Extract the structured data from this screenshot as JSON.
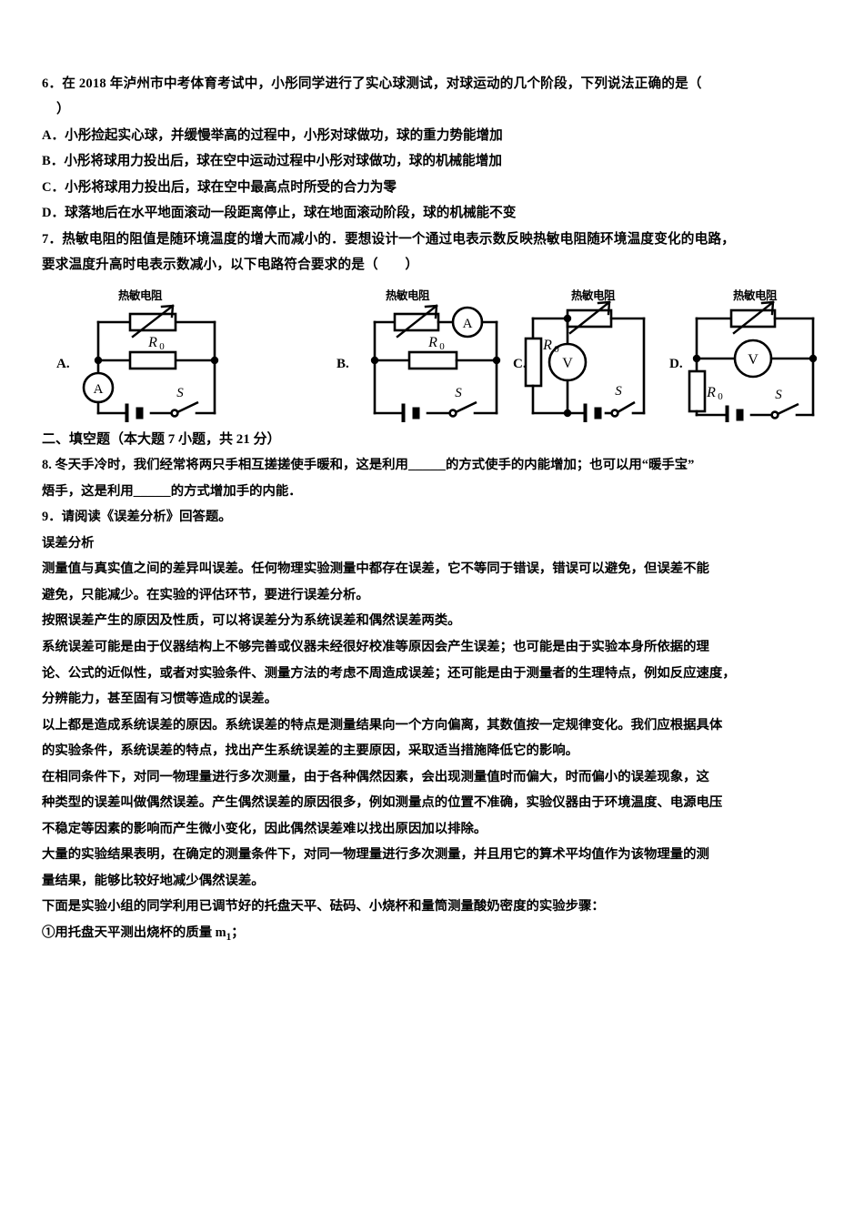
{
  "document": {
    "type": "physics-exam-paper",
    "language": "zh-CN"
  },
  "q6": {
    "stem": "6．在 2018 年泸州市中考体育考试中，小彤同学进行了实心球测试，对球运动的几个阶段，下列说法正确的是（",
    "stem_cont": "）",
    "options": [
      "A．小彤捡起实心球，并缓慢举高的过程中，小彤对球做功，球的重力势能增加",
      "B．小彤将球用力投出后，球在空中运动过程中小彤对球做功，球的机械能增加",
      "C．小彤将球用力投出后，球在空中最高点时所受的合力为零",
      "D．球落地后在水平地面滚动一段距离停止，球在地面滚动阶段，球的机械能不变"
    ]
  },
  "q7": {
    "stem_line1": "7．热敏电阻的阻值是随环境温度的增大而减小的．要想设计一个通过电表示数反映热敏电阻随环境温度变化的电路，",
    "stem_line2": "要求温度升高时电表示数减小，以下电路符合要求的是（　　）",
    "circuits": [
      {
        "label": "A.",
        "thermistor_caption": "热敏电阻",
        "components": [
          "thermistor",
          "R0",
          "ammeter",
          "battery",
          "switch"
        ],
        "r0_label": "R",
        "r0_sub": "0",
        "meter": "A",
        "switch_label": "S"
      },
      {
        "label": "B.",
        "thermistor_caption": "热敏电阻",
        "components": [
          "thermistor",
          "ammeter",
          "R0",
          "battery",
          "switch"
        ],
        "r0_label": "R",
        "r0_sub": "0",
        "meter": "A",
        "switch_label": "S"
      },
      {
        "label": "C.",
        "thermistor_caption": "热敏电阻",
        "components": [
          "R0",
          "voltmeter",
          "thermistor",
          "battery",
          "switch"
        ],
        "r0_label": "R",
        "r0_sub": "0",
        "meter": "V",
        "switch_label": "S"
      },
      {
        "label": "D.",
        "thermistor_caption": "热敏电阻",
        "components": [
          "thermistor",
          "voltmeter",
          "R0",
          "battery",
          "switch"
        ],
        "r0_label": "R",
        "r0_sub": "0",
        "meter": "V",
        "switch_label": "S"
      }
    ]
  },
  "section2": {
    "heading": "二、填空题（本大题 7 小题，共 21 分）"
  },
  "q8": {
    "line1_a": "8. 冬天手冷时，我们经常将两只手相互搓搓使手暖和，这是利用",
    "blank": "_____",
    "line1_b": "的方式使手的内能增加；也可以用“暖手宝”",
    "line2_a": "焐手，这是利用",
    "line2_b": "的方式增加手的内能．"
  },
  "q9": {
    "stem": "9．请阅读《误差分析》回答题。",
    "title": "误差分析",
    "paragraphs": [
      "测量值与真实值之间的差异叫误差。任何物理实验测量中都存在误差，它不等同于错误，错误可以避免，但误差不能",
      "避免，只能减少。在实验的评估环节，要进行误差分析。",
      "按照误差产生的原因及性质，可以将误差分为系统误差和偶然误差两类。",
      "系统误差可能是由于仪器结构上不够完善或仪器未经很好校准等原因会产生误差；也可能是由于实验本身所依据的理",
      "论、公式的近似性，或者对实验条件、测量方法的考虑不周造成误差；还可能是由于测量者的生理特点，例如反应速度，",
      "分辨能力，甚至固有习惯等造成的误差。",
      "以上都是造成系统误差的原因。系统误差的特点是测量结果向一个方向偏离，其数值按一定规律变化。我们应根据具体",
      "的实验条件，系统误差的特点，找出产生系统误差的主要原因，采取适当措施降低它的影响。",
      "在相同条件下，对同一物理量进行多次测量，由于各种偶然因素，会出现测量值时而偏大，时而偏小的误差现象，这",
      "种类型的误差叫做偶然误差。产生偶然误差的原因很多，例如测量点的位置不准确，实验仪器由于环境温度、电源电压",
      "不稳定等因素的影响而产生微小变化，因此偶然误差难以找出原因加以排除。",
      "大量的实验结果表明，在确定的测量条件下，对同一物理量进行多次测量，并且用它的算术平均值作为该物理量的测",
      "量结果，能够比较好地减少偶然误差。",
      "下面是实验小组的同学利用已调节好的托盘天平、砝码、小烧杯和量筒测量酸奶密度的实验步骤："
    ],
    "step1_a": "①用托盘天平测出烧杯的质量 m",
    "step1_sub": "1",
    "step1_b": "；"
  },
  "colors": {
    "ink": "#000000",
    "paper": "#ffffff"
  }
}
